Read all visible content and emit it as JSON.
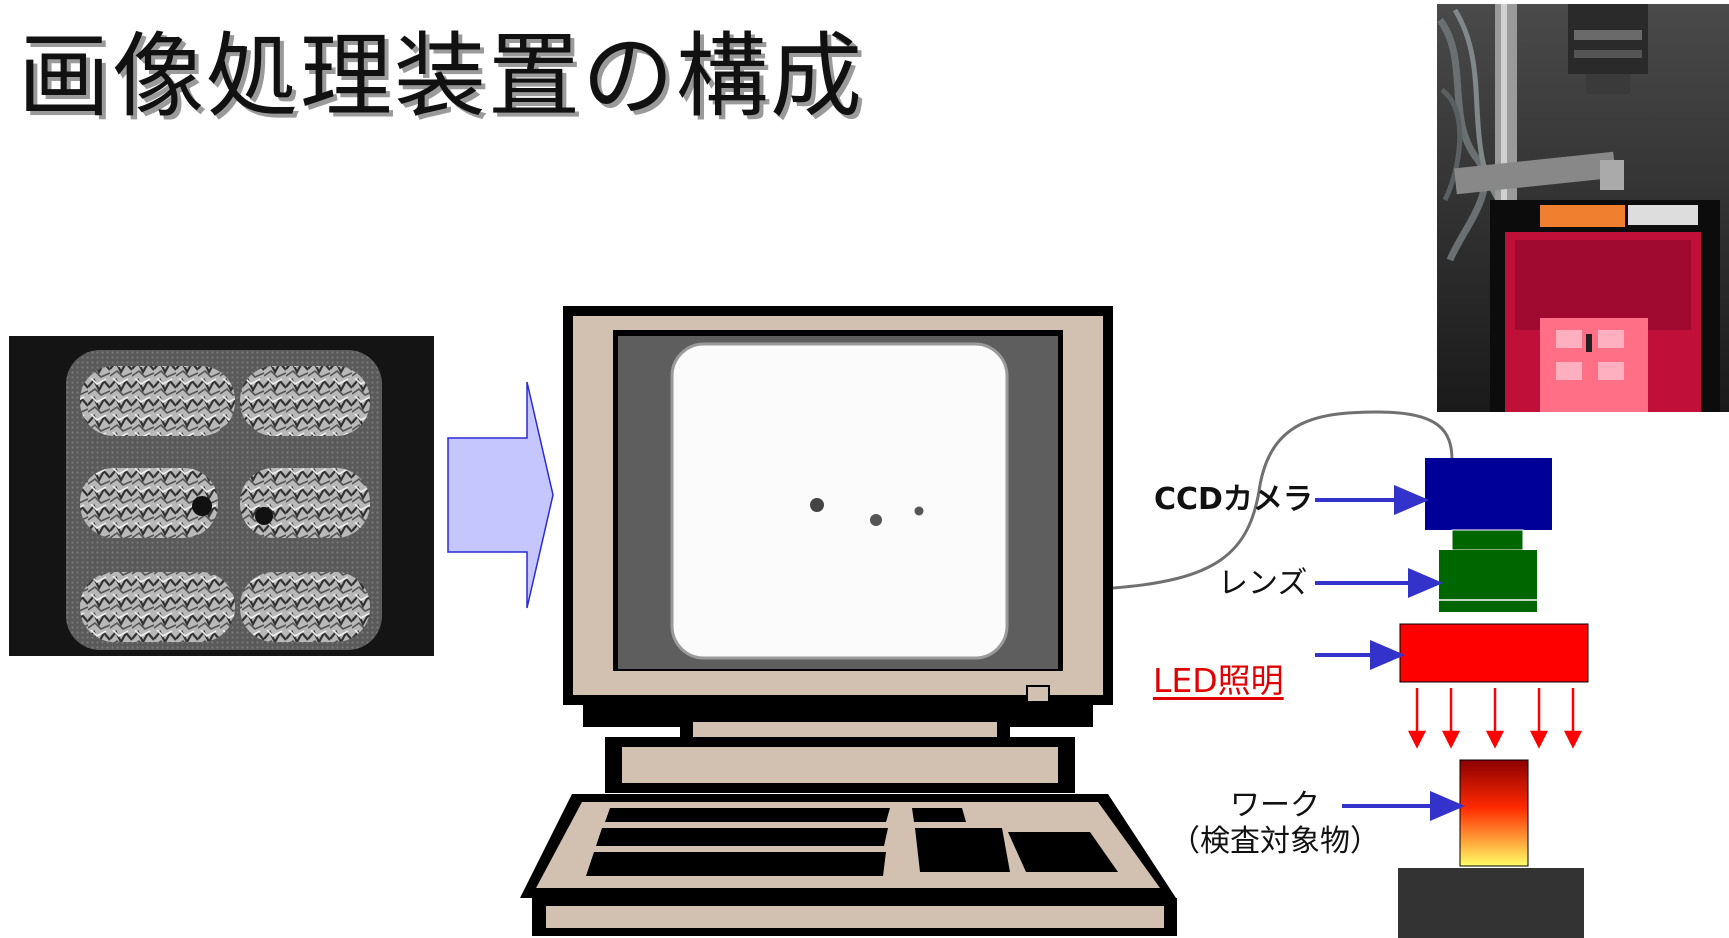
{
  "title": "画像処理装置の構成",
  "labels": {
    "ccd_camera": "CCDカメラ",
    "lens": "レンズ",
    "led_light": "LED照明",
    "work": "ワーク",
    "work_sub": "（検査対象物）"
  },
  "colors": {
    "camera": "#000099",
    "lens": "#006600",
    "led": "#ff0000",
    "arrow": "#3333cc",
    "light_ray": "#ff0000",
    "monitor_frame": "#d2c0b0",
    "big_arrow_fill": "#c6c6ff"
  }
}
